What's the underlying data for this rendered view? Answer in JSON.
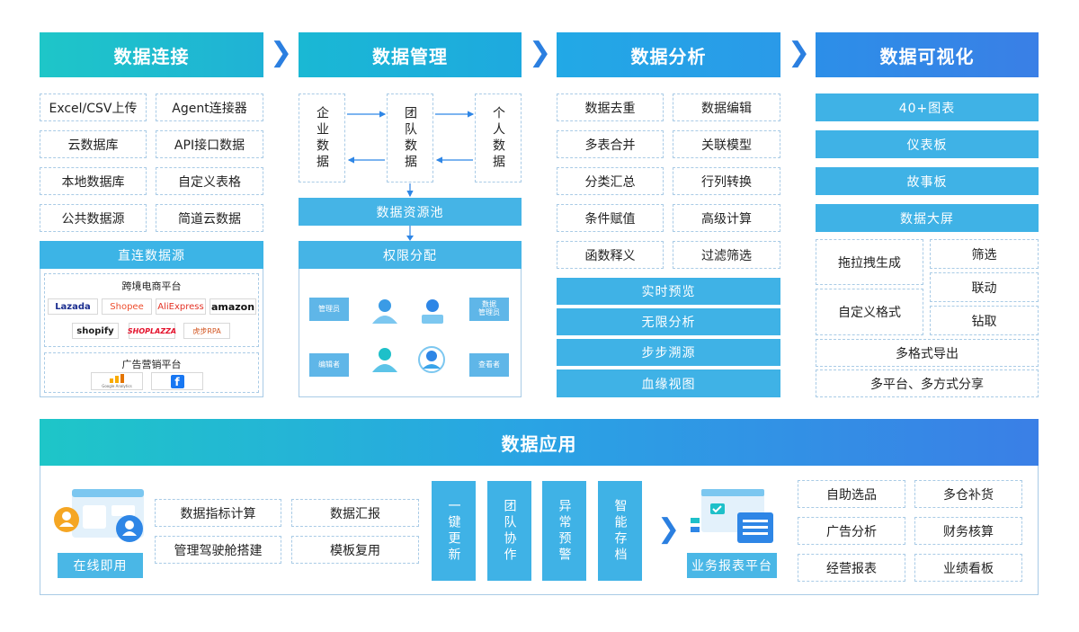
{
  "sections": {
    "connect": "数据连接",
    "manage": "数据管理",
    "analyze": "数据分析",
    "visualize": "数据可视化",
    "apply": "数据应用"
  },
  "connect": {
    "sources": [
      "Excel/CSV上传",
      "Agent连接器",
      "云数据库",
      "API接口数据",
      "本地数据库",
      "自定义表格",
      "公共数据源",
      "简道云数据"
    ],
    "direct_title": "直连数据源",
    "ecom_title": "跨境电商平台",
    "ecom_logos": [
      "Lazada",
      "Shopee",
      "AliExpress",
      "amazon",
      "shopify",
      "SHOPLAZZA",
      "虎步RPA"
    ],
    "ads_title": "广告营销平台",
    "ads_logos": [
      "Google Analytics",
      "f"
    ]
  },
  "manage": {
    "enterprise": "企业数据",
    "team": "团队数据",
    "personal": "个人数据",
    "pool": "数据资源池",
    "perm": "权限分配",
    "roles": {
      "admin": "管理员",
      "data_admin": "数据\n管理员",
      "editor": "编辑者",
      "viewer": "查看者"
    }
  },
  "analyze": {
    "grid": [
      "数据去重",
      "数据编辑",
      "多表合并",
      "关联模型",
      "分类汇总",
      "行列转换",
      "条件赋值",
      "高级计算",
      "函数释义",
      "过滤筛选"
    ],
    "bars": [
      "实时预览",
      "无限分析",
      "步步溯源",
      "血缘视图"
    ]
  },
  "visualize": {
    "bars": [
      "40+图表",
      "仪表板",
      "故事板",
      "数据大屏"
    ],
    "drag": "拖拉拽生成",
    "custom": "自定义格式",
    "right": [
      "筛选",
      "联动",
      "钻取"
    ],
    "export": "多格式导出",
    "share": "多平台、多方式分享"
  },
  "apply": {
    "online": "在线即用",
    "features": [
      "数据指标计算",
      "数据汇报",
      "管理驾驶舱搭建",
      "模板复用"
    ],
    "vbars": [
      "一键更新",
      "团队协作",
      "异常预警",
      "智能存档"
    ],
    "platform": "业务报表平台",
    "grid": [
      "自助选品",
      "多仓补货",
      "广告分析",
      "财务核算",
      "经营报表",
      "业绩看板"
    ]
  },
  "colors": {
    "teal": "#1ec0c9",
    "blue": "#2e86e6",
    "light": "#4ab7e6",
    "border": "#a9cbe6"
  }
}
